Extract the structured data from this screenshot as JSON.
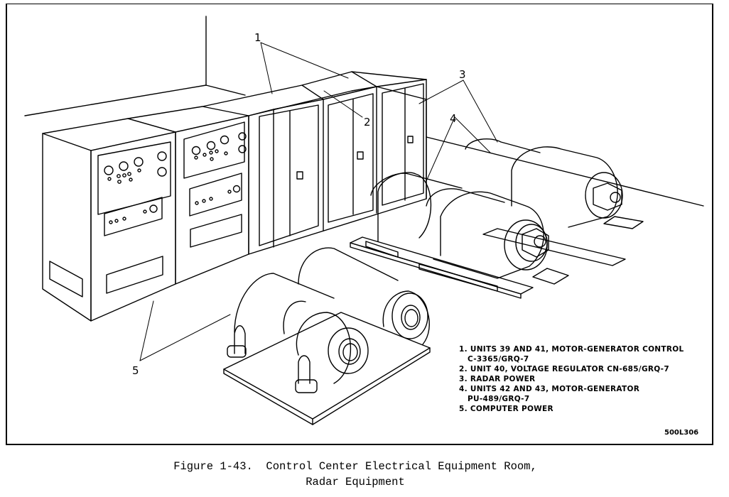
{
  "figure": {
    "callouts": [
      "1",
      "2",
      "3",
      "4",
      "5"
    ],
    "legend": [
      {
        "num": "1.",
        "text": "UNITS 39 AND 41, MOTOR-GENERATOR CONTROL",
        "cont": "C-3365/GRQ-7"
      },
      {
        "num": "2.",
        "text": "UNIT 40, VOLTAGE REGULATOR CN-685/GRQ-7",
        "cont": ""
      },
      {
        "num": "3.",
        "text": "RADAR POWER",
        "cont": ""
      },
      {
        "num": "4.",
        "text": "UNITS 42 AND 43, MOTOR-GENERATOR",
        "cont": "PU-489/GRQ-7"
      },
      {
        "num": "5.",
        "text": "COMPUTER POWER",
        "cont": ""
      }
    ],
    "figure_id": "500L306",
    "caption_line1": "Figure 1-43.  Control Center Electrical Equipment Room,",
    "caption_line2": "Radar Equipment"
  }
}
